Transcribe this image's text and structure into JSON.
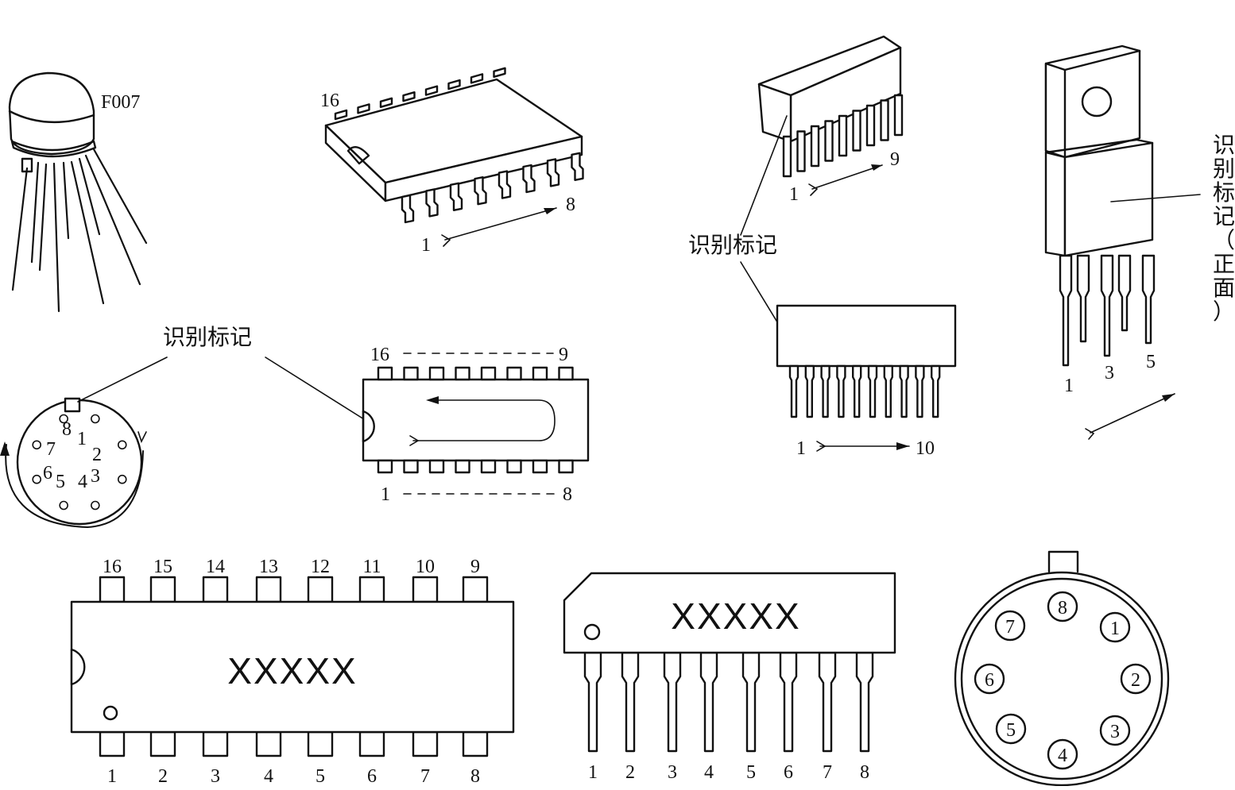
{
  "labels": {
    "can_part_number": "F007",
    "mark_label": "识别标记",
    "mark_front_label_chars": [
      "识",
      "别",
      "标",
      "记",
      "（",
      "正",
      "面",
      "）"
    ],
    "chip_marking": "XXXXX"
  },
  "soic_3d": {
    "pin_start": "1",
    "pin_end": "8",
    "pin_top": "16"
  },
  "sip_3d": {
    "pin_start": "1",
    "pin_end": "9"
  },
  "dip_top": {
    "top_left": "16",
    "top_right": "9",
    "bottom_left": "1",
    "bottom_right": "8"
  },
  "sip_flat": {
    "pin_start": "1",
    "pin_end": "10"
  },
  "to220": {
    "pins": [
      "1",
      "3",
      "5"
    ]
  },
  "round_small": {
    "pins": [
      "8",
      "1",
      "2",
      "3",
      "4",
      "5",
      "6",
      "7"
    ]
  },
  "dip_large": {
    "top_pins": [
      "16",
      "15",
      "14",
      "13",
      "12",
      "11",
      "10",
      "9"
    ],
    "bottom_pins": [
      "1",
      "2",
      "3",
      "4",
      "5",
      "6",
      "7",
      "8"
    ]
  },
  "sip_large": {
    "pins": [
      "1",
      "2",
      "3",
      "4",
      "5",
      "6",
      "7",
      "8"
    ]
  },
  "round_large": {
    "pins": [
      "8",
      "1",
      "2",
      "3",
      "4",
      "5",
      "6",
      "7"
    ]
  }
}
